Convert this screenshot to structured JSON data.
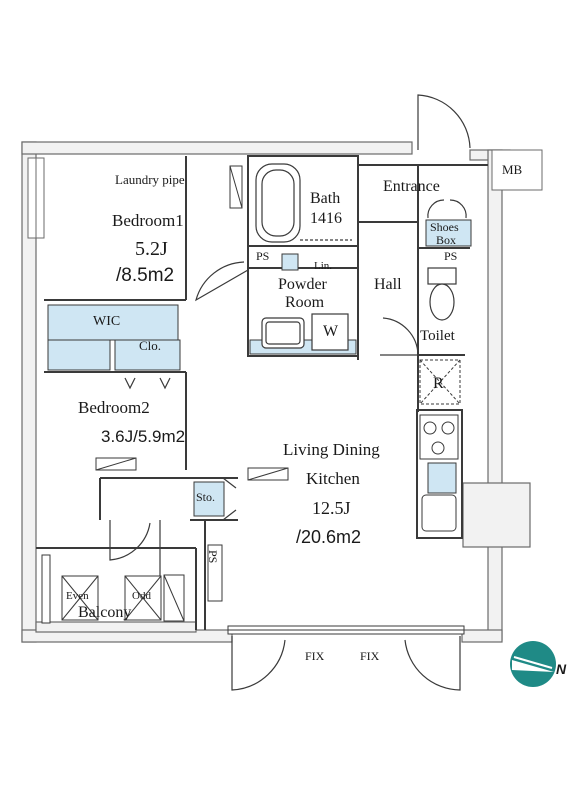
{
  "colors": {
    "wall": "#8a8a8a",
    "wall_dark": "#3a3a3a",
    "storage": "#cfe6f3",
    "accent": "#1f8a86",
    "ink": "#1a1a1a"
  },
  "rooms": {
    "bedroom1": {
      "name": "Bedroom1",
      "size_j": "5.2J",
      "size_m2": "/8.5m2",
      "fixture": "Laundry pipe"
    },
    "bath": {
      "name": "Bath",
      "size": "1416"
    },
    "entrance": {
      "name": "Entrance"
    },
    "mb": {
      "name": "MB"
    },
    "shoes_box": {
      "line1": "Shoes",
      "line2": "Box"
    },
    "ps_upper": "PS",
    "ps_toilet": "PS",
    "ps_lower": "PS",
    "linen": "Lin.",
    "powder_room": {
      "line1": "Powder",
      "line2": "Room"
    },
    "washer": "W",
    "hall": {
      "name": "Hall"
    },
    "toilet": {
      "name": "Toilet"
    },
    "wic": {
      "name": "WIC"
    },
    "closet": {
      "name": "Clo."
    },
    "refrigerator": "R",
    "bedroom2": {
      "name": "Bedroom2",
      "size": "3.6J/5.9m2"
    },
    "ldk": {
      "line1": "Living Dining",
      "line2": "Kitchen",
      "size_j": "12.5J",
      "size_m2": "/20.6m2"
    },
    "storage": {
      "name": "Sto."
    },
    "balcony": {
      "name": "Balcony",
      "even": "Even",
      "odd": "Odd"
    },
    "fix_left": "FIX",
    "fix_right": "FIX"
  },
  "compass": {
    "label": "N",
    "icon": "north-arrow-icon"
  }
}
